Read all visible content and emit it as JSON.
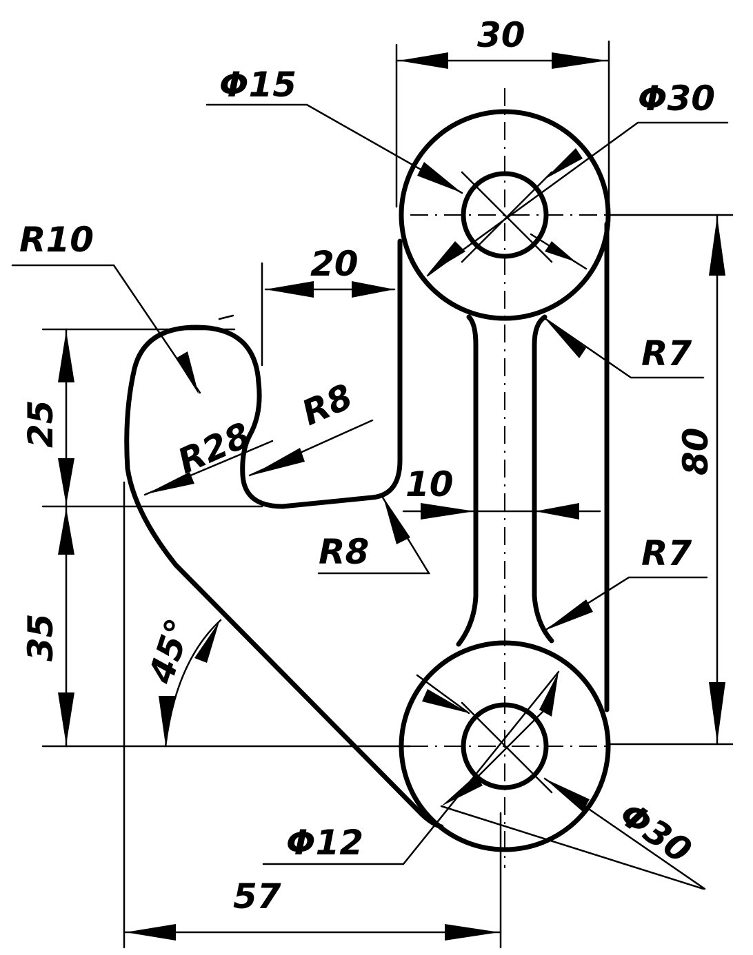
{
  "drawing": {
    "stroke_color": "#000000",
    "background": "#ffffff",
    "dimensions": {
      "d30_top": "30",
      "phi15": "Φ15",
      "phi30_top": "Φ30",
      "r10": "R10",
      "d20": "20",
      "r7_top": "R7",
      "d25": "25",
      "r28": "R28",
      "r8_upper": "R8",
      "d80": "80",
      "d10": "10",
      "r8_lower": "R8",
      "r7_bottom": "R7",
      "d35": "35",
      "angle45": "45°",
      "phi12": "Φ12",
      "phi30_bottom": "Φ30",
      "d57": "57"
    }
  }
}
